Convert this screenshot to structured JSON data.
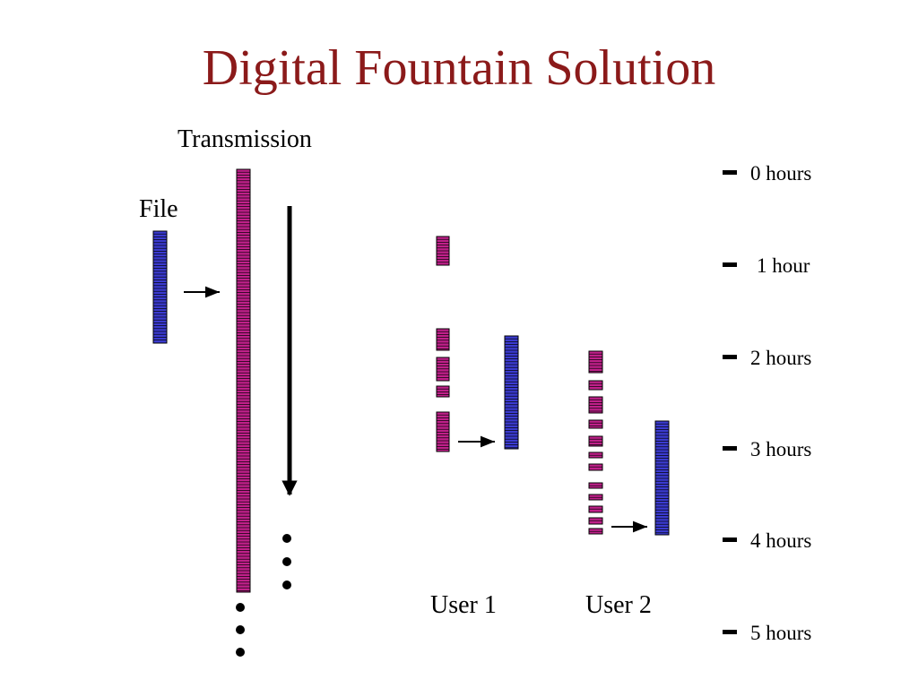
{
  "title": "Digital Fountain Solution",
  "labels": {
    "transmission": "Transmission",
    "file": "File",
    "user1": "User 1",
    "user2": "User 2"
  },
  "timeline": [
    "0 hours",
    "1 hour",
    "2 hours",
    "3 hours",
    "4 hours",
    "5 hours"
  ],
  "colors": {
    "title": "#8b1a1a",
    "encoded_packet": "#c0208a",
    "file_packet": "#3b3bd0",
    "stroke": "#000000"
  }
}
